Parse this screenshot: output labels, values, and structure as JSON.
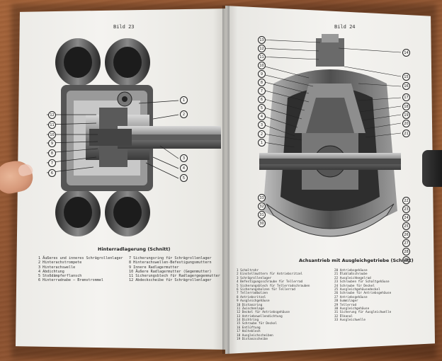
{
  "left_page": {
    "figure_number": "Bild 23",
    "caption_title": "Hinterradlagerung (Schnitt)",
    "legend_col1": [
      "1 Äußeres und inneres Schrägrollenlager",
      "2 Hinterachstrompete",
      "3 Hinterachswelle",
      "4 Abdichtung",
      "5 Stoßdämpferflansch",
      "6 Hinterradnabe — Bremstrommel"
    ],
    "legend_col2": [
      "7 Sicherungsring für Schrägrollenlager",
      "8 Hinterachswellen-Befestigungsmuttern",
      "9 Innere Radlagermutter",
      "10 Äußere Radlagermutter (Gegenmutter)",
      "11 Sicherungsblech für Radlagergegenmutter",
      "12 Abdeckscheibe für Schrägrollenlager"
    ],
    "callouts_right": [
      "1",
      "2",
      "3",
      "4",
      "5"
    ],
    "callouts_left": [
      "12",
      "11",
      "10",
      "9",
      "8",
      "7",
      "6"
    ]
  },
  "right_page": {
    "figure_number": "Bild 24",
    "caption_title": "Achsantrieb mit Ausgleichgetriebe (Schnitt)",
    "legend_col1": [
      "1 Schaltrohr",
      "2 Einstellmuttern für Antriebsritzel",
      "3 Schrägrollenlager",
      "4 Befestigungsschraube für Tellerrad",
      "5 Sicherungsblech für Tellerradschrauben",
      "6 Sicherungsbolzen für Tellerrad",
      "7 Tellerradbolzen",
      "8 Antriebsritzel",
      "9 Ausgleichgehäuse",
      "10 Distanzring",
      "11 Zwischenlage",
      "12 Deckel für Antriebsgehäuse",
      "13 Antriebswellendichtung",
      "14 Dichtring",
      "15 Schraube für Deckel",
      "16 Entlüftung",
      "17 Halteblech",
      "18 Ausgleichscheiben",
      "19 Distanzscheibe"
    ],
    "legend_col2": [
      "20 Antriebsgehäuse",
      "21 Ölablaßschraube",
      "22 Ausgleichkegelrad",
      "23 Schrauben für Schaltgehäuse",
      "24 Schraube für Deckel",
      "25 Ausgleichgehäusedeckel",
      "26 Schraube für Antriebsgehäuse",
      "27 Antriebsgehäuse",
      "28 Gummilager",
      "29 Tellerrad",
      "30 Ausgleichgehäuse",
      "31 Sicherung für Ausgleichwelle",
      "32 Ölkanal",
      "33 Ausgleichwelle"
    ],
    "callouts_left": [
      "13",
      "12",
      "11",
      "10",
      "9",
      "8",
      "7",
      "6",
      "5",
      "4",
      "3",
      "2",
      "1"
    ],
    "callouts_right": [
      "14",
      "15",
      "16",
      "17",
      "18",
      "19",
      "20",
      "21"
    ],
    "callouts_bottom_left": [
      "33",
      "32",
      "31",
      "30"
    ],
    "callouts_bottom_right": [
      "22",
      "23",
      "24",
      "25",
      "26",
      "27",
      "28",
      "29"
    ]
  }
}
